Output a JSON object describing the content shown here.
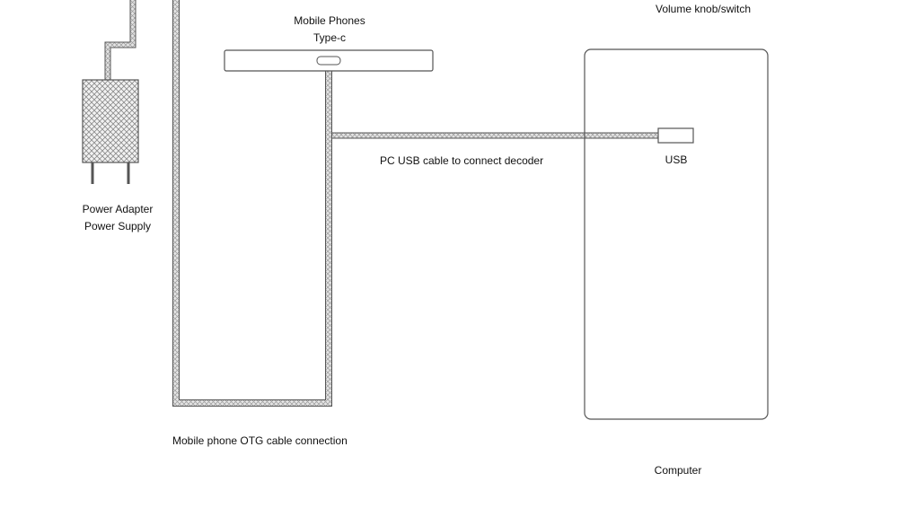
{
  "labels": {
    "volume": "Volume knob/switch",
    "phone_line1": "Mobile Phones",
    "phone_line2": "Type-c",
    "usb_cable": "PC USB cable to connect decoder",
    "usb": "USB",
    "power_line1": "Power Adapter",
    "power_line2": "Power Supply",
    "otg": "Mobile phone OTG cable connection",
    "computer": "Computer"
  },
  "colors": {
    "stroke": "#555555",
    "cable_fill": "#d9d9d9",
    "hatch": "#8a8a8a",
    "background": "#ffffff"
  },
  "icons": {
    "power_adapter": "power-adapter-icon",
    "phone": "mobile-phone-icon",
    "computer": "computer-icon"
  }
}
